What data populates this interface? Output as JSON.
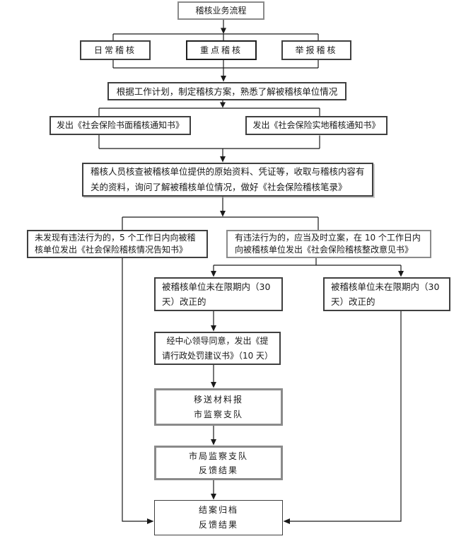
{
  "diagram_title": "稽核业务流程",
  "nodes": {
    "title": {
      "label": "稽核业务流程"
    },
    "daily": {
      "label": "日常稽核"
    },
    "key": {
      "label": "重点稽核"
    },
    "report": {
      "label": "举报稽核"
    },
    "plan": {
      "label": "根据工作计划，制定稽核方案，熟悉了解被稽核单位情况"
    },
    "notice_written": {
      "label": "发出《社会保险书面稽核通知书》"
    },
    "notice_onsite": {
      "label": "发出《社会保险实地稽核通知书》"
    },
    "verify": {
      "label": "稽核人员核查被稽核单位提供的原始资料、凭证等，收取与稽核内容有\n关的资料，询问了解被稽核单位情况，做好《社会保险稽核笔录》"
    },
    "no_violation": {
      "label": "未发现有违法行为的，5 个工作日内向被稽\n核单位发出《社会保险稽核情况告知书》"
    },
    "violation": {
      "label": "有违法行为的，应当及时立案，在 10 个工作日内\n向被稽核单位发出《社会保险稽核整改意见书》"
    },
    "not_corrected_center": {
      "label": "被稽核单位未在限期内（30\n天）改正的"
    },
    "not_corrected_right": {
      "label": "被稽核单位未在限期内（30\n天）改正的"
    },
    "approval": {
      "label": "经中心领导同意，发出《提\n请行政处罚建议书》（10 天）"
    },
    "transfer": {
      "label": "移送材料报\n市监察支队"
    },
    "feedback": {
      "label": "市局监察支队\n反馈结果"
    },
    "close_case": {
      "label": "结案归档\n反馈结果"
    }
  },
  "colors": {
    "line": "#1a1a1a",
    "box_border": "#3f3f3f",
    "box_border_gray": "#8a8a8a",
    "background": "#ffffff"
  }
}
